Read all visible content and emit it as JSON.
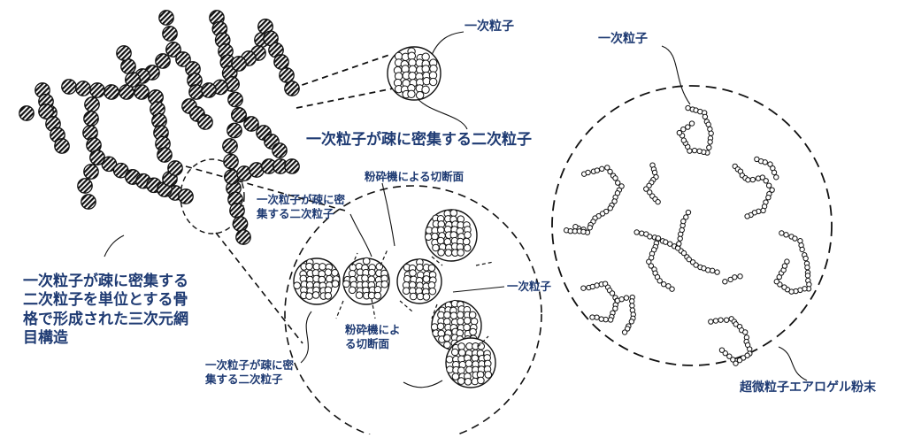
{
  "labels": {
    "primary_top": "一次粒子",
    "primary_right": "一次粒子",
    "secondary_main": "一次粒子が疎に密集する二次粒子",
    "network": "一次粒子が疎に密集する\n二次粒子を単位とする骨\n格で形成された三次元網\n目構造",
    "cut_top": "粉砕機による切断面",
    "secondary_inner": "一次粒子が疎に密\n集する二次粒子",
    "primary_mid": "一次粒子",
    "cut_bottom": "粉砕機によ\nる切断面",
    "secondary_bottom": "一次粒子が疎に密\n集する二次粒子",
    "powder": "超微粒子エアロゲル粉末"
  }
}
